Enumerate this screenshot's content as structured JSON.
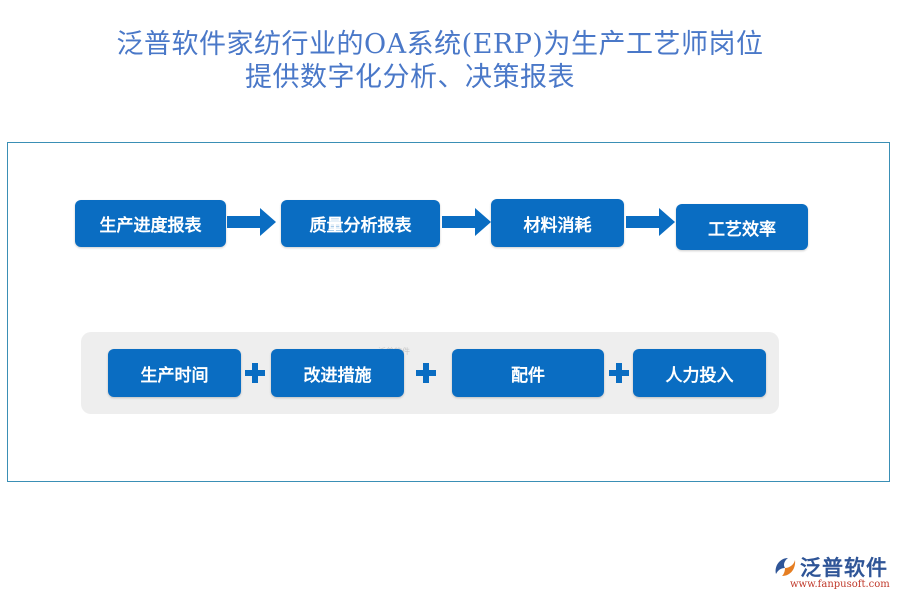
{
  "header": {
    "title_line1": "泛普软件家纺行业的OA系统(ERP)为生产工艺师岗位",
    "title_line2": "提供数字化分析、决策报表"
  },
  "flow": {
    "steps": [
      {
        "label": "生产进度报表"
      },
      {
        "label": "质量分析报表"
      },
      {
        "label": "材料消耗"
      },
      {
        "label": "工艺效率"
      }
    ]
  },
  "factors": {
    "items": [
      {
        "label": "生产时间"
      },
      {
        "label": "改进措施"
      },
      {
        "label": "配件"
      },
      {
        "label": "人力投入"
      }
    ],
    "watermark": "泛普软件"
  },
  "brand": {
    "name": "泛普软件",
    "url": "www.fanpusoft.com"
  },
  "colors": {
    "box": "#0a6dc2",
    "title": "#4a78c8",
    "frame": "#3a8fb5",
    "tray": "#eeeeee"
  }
}
